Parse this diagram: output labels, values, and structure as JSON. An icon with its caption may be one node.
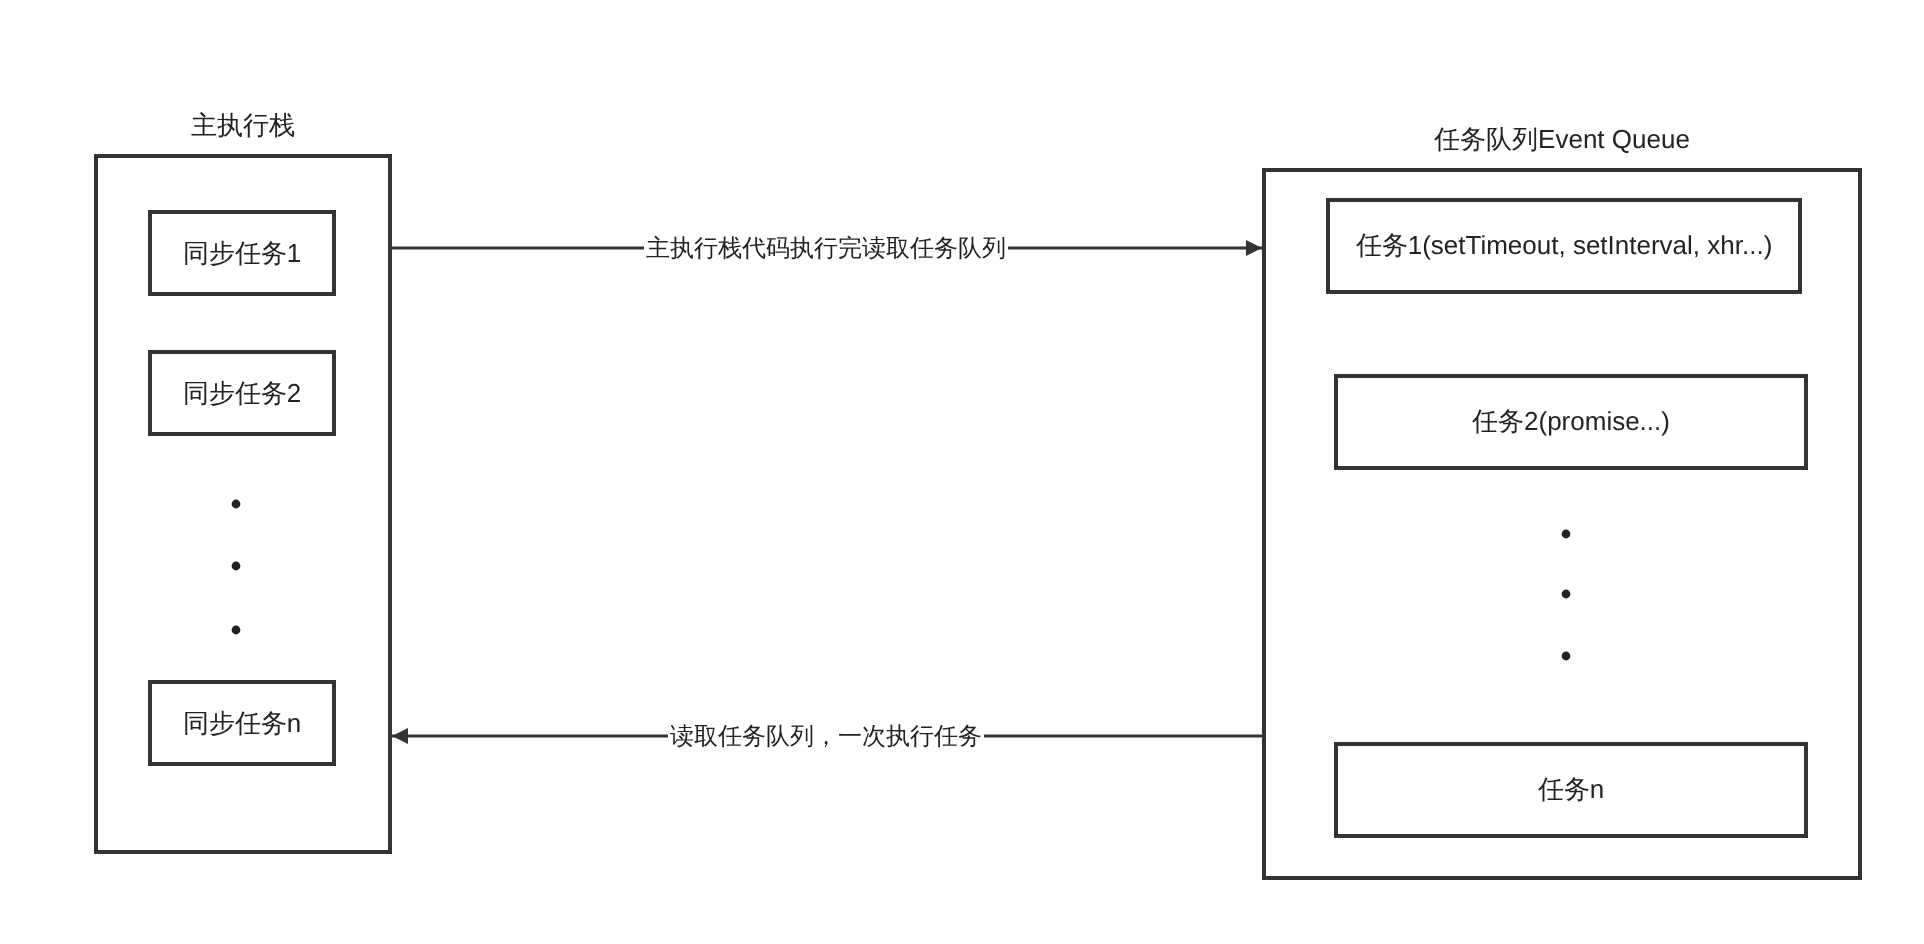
{
  "diagram": {
    "nodes": [
      {
        "text": [
          "主执行栈"
        ]
      },
      {
        "text": [
          "同步任务1"
        ],
        "in": 0
      },
      {
        "text": [
          "同步任务2"
        ],
        "in": 0
      },
      {
        "text": [
          "同步任务n"
        ],
        "in": 0
      },
      {
        "text": [
          "任务队列Event Queue"
        ]
      },
      {
        "text": [
          "任务1(setTimeout, setInterval, xhr...)"
        ],
        "in": 4
      },
      {
        "text": [
          "任务2(promise...)"
        ],
        "in": 4
      },
      {
        "text": [
          "任务n"
        ],
        "in": 4
      }
    ],
    "edges": [
      {
        "from": 0,
        "to": 4,
        "arrow": "to",
        "label": "主执行栈代码执行完读取任务队列"
      },
      {
        "from": 4,
        "to": 0,
        "arrow": "to",
        "label": "读取任务队列，一次执行任务"
      }
    ]
  }
}
